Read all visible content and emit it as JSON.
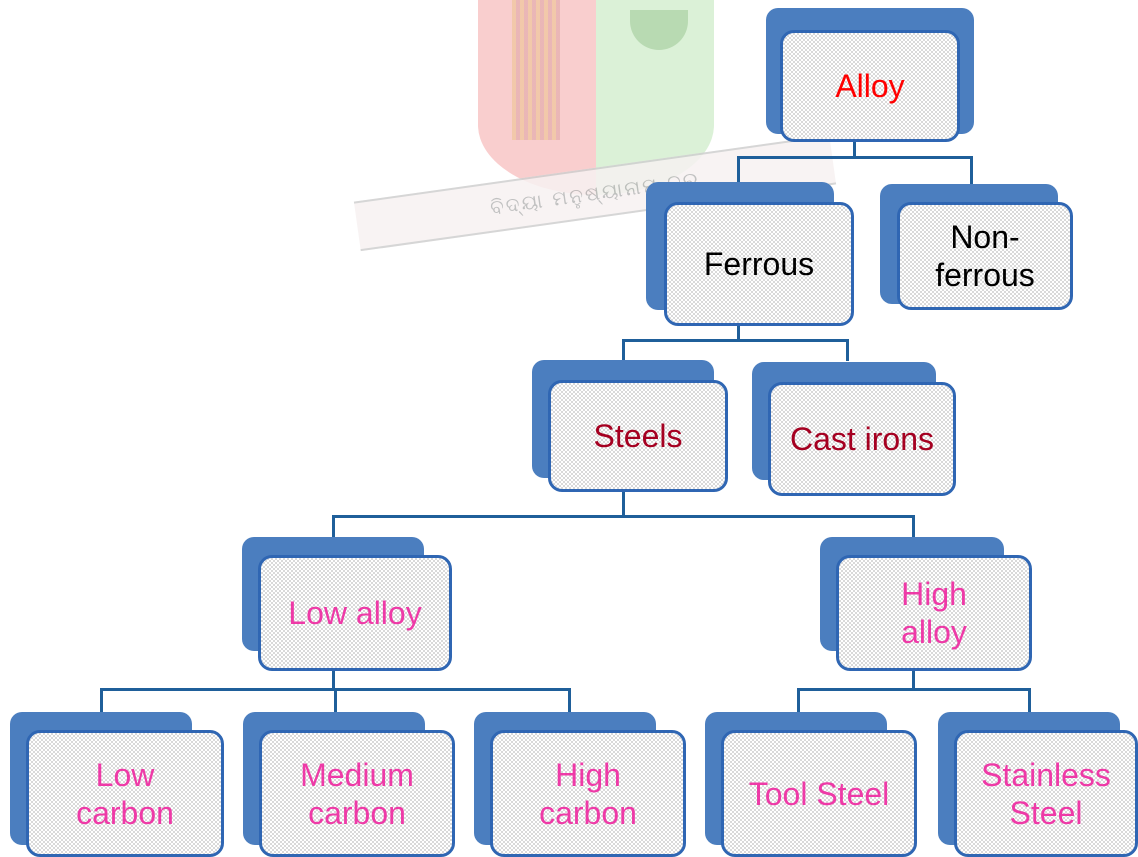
{
  "watermark": {
    "motto": "ବିଦ୍ୟା ମନୁଷ୍ୟାନାମ୍ ବ୍ର"
  },
  "colors": {
    "connector": "#1f5f9a",
    "box_back": "#4b7ebf",
    "box_border": "#2f66b3",
    "root_text": "#ff0000",
    "level1_text": "#000000",
    "level2_text": "#a50021",
    "level3_text": "#ee3aa7"
  },
  "nodes": {
    "alloy": "Alloy",
    "ferrous": "Ferrous",
    "non_ferrous": "Non-\nferrous",
    "steels": "Steels",
    "cast_irons": "Cast irons",
    "low_alloy": "Low alloy",
    "high_alloy": "High\nalloy",
    "low_carbon": "Low\ncarbon",
    "medium_carbon": "Medium\ncarbon",
    "high_carbon": "High\ncarbon",
    "tool_steel": "Tool Steel",
    "stainless_steel": "Stainless\nSteel"
  }
}
